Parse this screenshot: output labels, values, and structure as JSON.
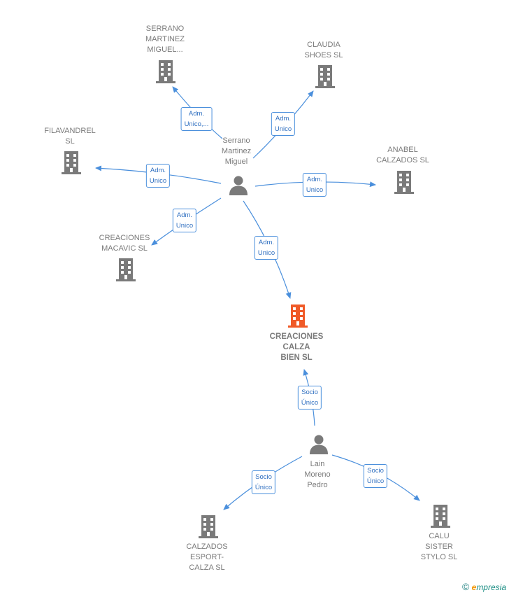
{
  "companies": [
    {
      "id": "serrano-martinez-miguel",
      "label": "SERRANO\nMARTINEZ\nMIGUEL...",
      "highlight": false
    },
    {
      "id": "claudia-shoes",
      "label": "CLAUDIA\nSHOES SL",
      "highlight": false
    },
    {
      "id": "filavandrel",
      "label": "FILAVANDREL\nSL",
      "highlight": false
    },
    {
      "id": "anabel-calzados",
      "label": "ANABEL\nCALZADOS SL",
      "highlight": false
    },
    {
      "id": "creaciones-macavic",
      "label": "CREACIONES\nMACAVIC  SL",
      "highlight": false
    },
    {
      "id": "creaciones-calza-bien",
      "label": "CREACIONES\nCALZA\nBIEN  SL",
      "highlight": true
    },
    {
      "id": "calzados-esport-calza",
      "label": "CALZADOS\nESPORT-\nCALZA  SL",
      "highlight": false
    },
    {
      "id": "calu-sister-stylo",
      "label": "CALU\nSISTER\nSTYLO  SL",
      "highlight": false
    }
  ],
  "persons": [
    {
      "id": "serrano",
      "label": "Serrano\nMartinez\nMiguel"
    },
    {
      "id": "lain",
      "label": "Lain\nMoreno\nPedro"
    }
  ],
  "edge_labels": [
    "Adm.\nUnico,...",
    "Adm.\nUnico",
    "Adm.\nUnico",
    "Adm.\nUnico",
    "Adm.\nUnico",
    "Adm.\nUnico",
    "Socio\nÚnico",
    "Socio\nÚnico",
    "Socio\nÚnico"
  ],
  "colors": {
    "edge": "#4a8fdc",
    "building": "#7a7a7a",
    "building_highlight": "#f05a28",
    "person": "#7a7a7a"
  },
  "footer": {
    "copyright": "©",
    "brand_initial": "e",
    "brand_rest": "mpresia"
  }
}
